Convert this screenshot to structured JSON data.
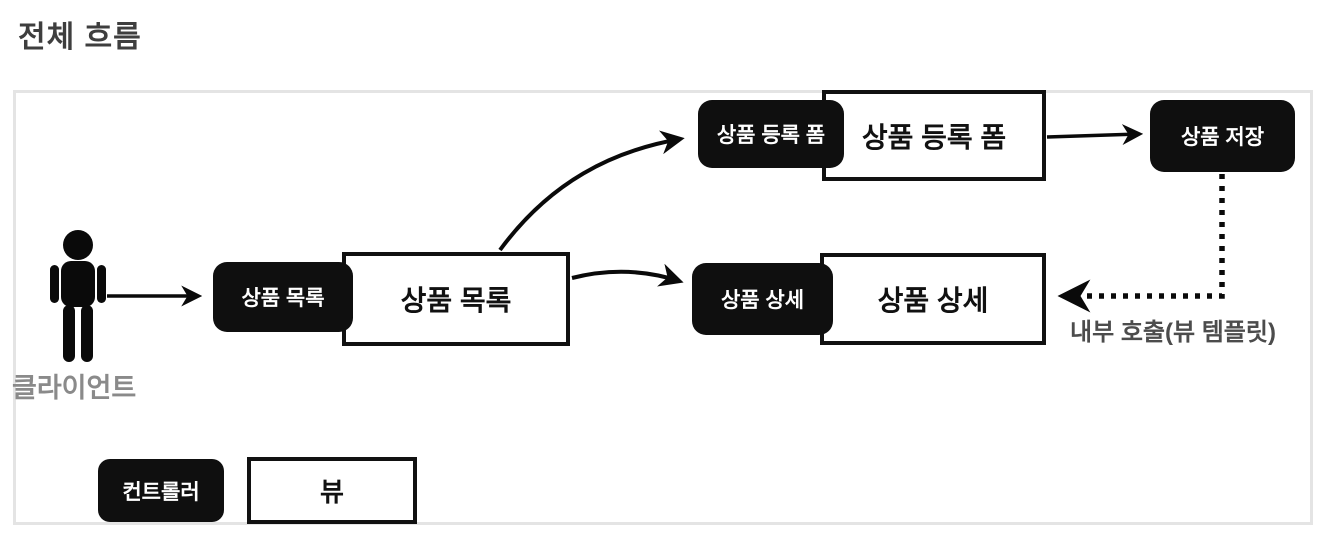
{
  "page": {
    "title": "전체 흐름"
  },
  "diagram": {
    "client": {
      "label": "클라이언트",
      "icon": "person-icon"
    },
    "nodes": {
      "list_controller": {
        "label": "상품 목록",
        "type": "controller"
      },
      "list_view": {
        "label": "상품 목록",
        "type": "view"
      },
      "form_controller": {
        "label": "상품 등록 폼",
        "type": "controller"
      },
      "form_view": {
        "label": "상품 등록 폼",
        "type": "view"
      },
      "save_controller": {
        "label": "상품 저장",
        "type": "controller"
      },
      "detail_controller": {
        "label": "상품 상세",
        "type": "controller"
      },
      "detail_view": {
        "label": "상품 상세",
        "type": "view"
      }
    },
    "edges": [
      {
        "from": "client",
        "to": "list_controller",
        "style": "solid"
      },
      {
        "from": "list_view",
        "to": "form_controller",
        "style": "solid-curved"
      },
      {
        "from": "list_view",
        "to": "detail_controller",
        "style": "solid"
      },
      {
        "from": "form_view",
        "to": "save_controller",
        "style": "solid"
      },
      {
        "from": "save_controller",
        "to": "detail_view",
        "style": "dotted"
      }
    ],
    "annotations": {
      "internal_call": "내부 호출(뷰 템플릿)"
    },
    "legend": {
      "controller": {
        "label": "컨트롤러"
      },
      "view": {
        "label": "뷰"
      }
    },
    "colors": {
      "controller_bg": "#0f0f0f",
      "controller_text": "#ffffff",
      "view_bg": "#ffffff",
      "view_border": "#111111",
      "frame_border": "#e4e4e4",
      "title_text": "#3e3e3e",
      "client_label_text": "#8a8a8a",
      "annotation_text": "#4c4c4c"
    }
  }
}
